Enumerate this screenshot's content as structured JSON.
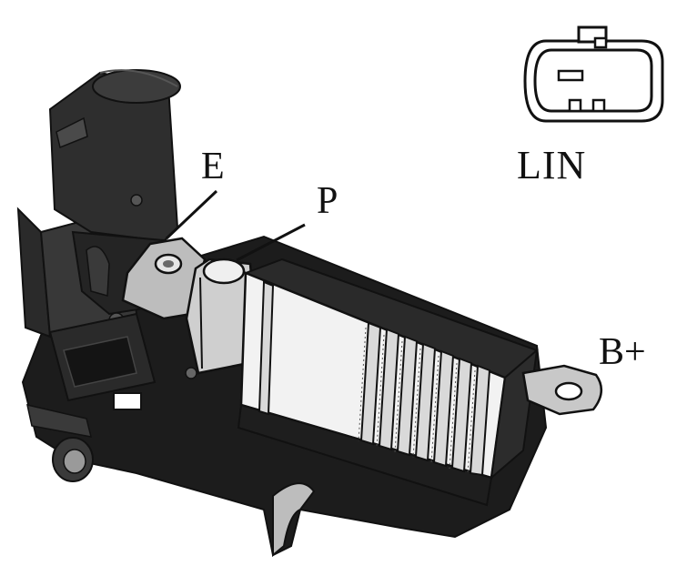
{
  "labels": {
    "e": "E",
    "p": "P",
    "lin": "LIN",
    "b_plus": "B+"
  },
  "colors": {
    "body_dark": "#1c1c1c",
    "body_mid": "#3a3a3a",
    "metal": "#bdbdbd",
    "fin_light": "#f2f2f2",
    "outline": "#111111",
    "background": "#ffffff"
  },
  "icons": {
    "connector": "lin-connector-icon"
  }
}
